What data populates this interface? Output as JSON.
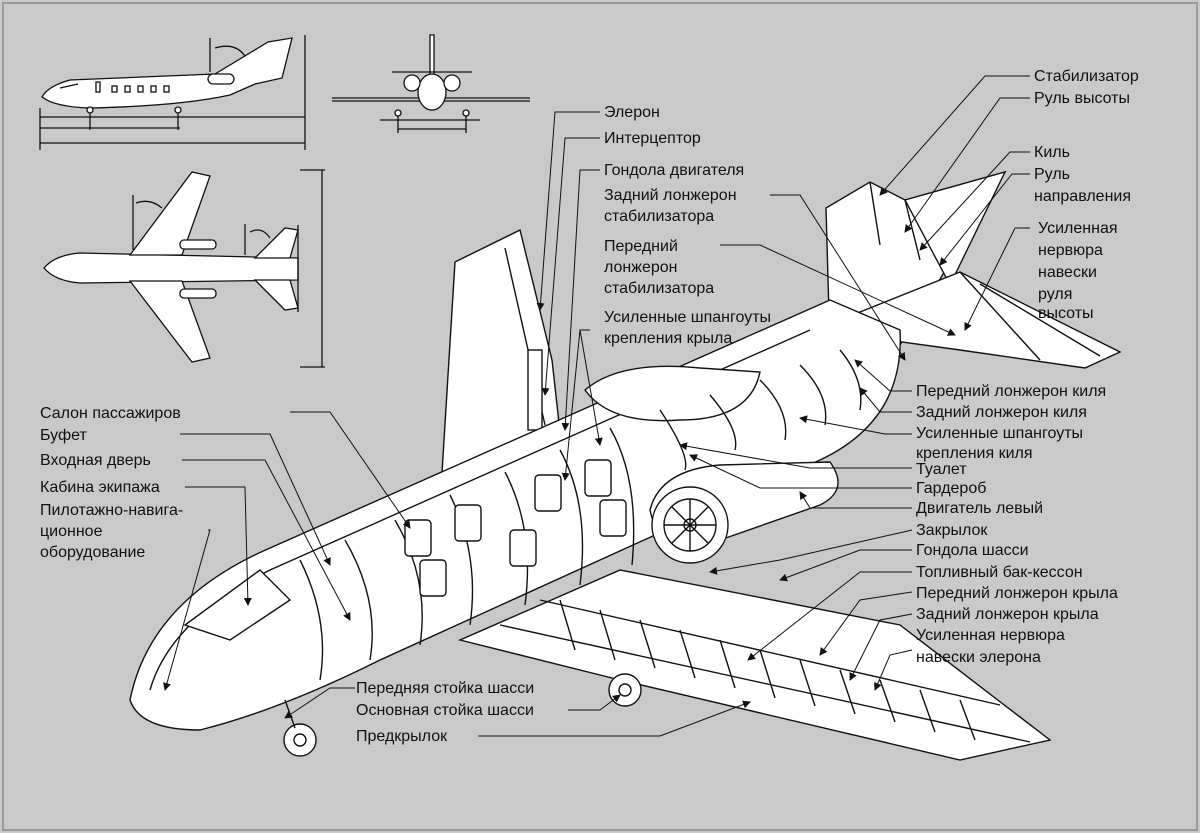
{
  "labels": {
    "stabilizator": "Стабилизатор",
    "rul_vysoty": "Руль высоты",
    "kil": "Киль",
    "rul_napravleniya_1": "Руль",
    "rul_napravleniya_2": "направления",
    "nervura_1": "Усиленная",
    "nervura_2": "нервюра",
    "nervura_3": "навески",
    "nervura_4": "руля",
    "nervura_5": "высоты",
    "eleron": "Элерон",
    "interceptor": "Интерцептор",
    "gondola_dvigatelya": "Гондола двигателя",
    "zadniy_lonzheron_stab_1": "Задний лонжерон",
    "zadniy_lonzheron_stab_2": "стабилизатора",
    "peredniy_lonzheron_stab_1": "Передний",
    "peredniy_lonzheron_stab_2": "лонжерон",
    "peredniy_lonzheron_stab_3": "стабилизатора",
    "shpangouty_kryla_1": "Усиленные шпангоуты",
    "shpangouty_kryla_2": "крепления крыла",
    "salon": "Салон пассажиров",
    "bufet": "Буфет",
    "vkhodnaya_dver": "Входная дверь",
    "kabina": "Кабина экипажа",
    "pnk_1": "Пилотажно-навига-",
    "pnk_2": "ционное",
    "pnk_3": "оборудование",
    "peredniy_lonzheron_kilya": "Передний лонжерон киля",
    "zadniy_lonzheron_kilya": "Задний лонжерон киля",
    "shpangouty_kilya_1": "Усиленные шпангоуты",
    "shpangouty_kilya_2": "крепления киля",
    "tualet": "Туалет",
    "garderob": "Гардероб",
    "dvigatel_levyy": "Двигатель левый",
    "zakrylok": "Закрылок",
    "gondola_shassi": "Гондола шасси",
    "toplivnyy_bak": "Топливный бак-кессон",
    "peredniy_lonzheron_kryla": "Передний лонжерон крыла",
    "zadniy_lonzheron_kryla": "Задний лонжерон крыла",
    "nervura_elerona_1": "Усиленная нервюра",
    "nervura_elerona_2": "навески элерона",
    "perednyaya_stoyka": "Передняя стойка шасси",
    "osnovnaya_stoyka": "Основная стойка шасси",
    "predkrylok": "Предкрылок"
  },
  "colors": {
    "background": "#c9c9c9",
    "line": "#111111",
    "fill": "#ffffff"
  }
}
